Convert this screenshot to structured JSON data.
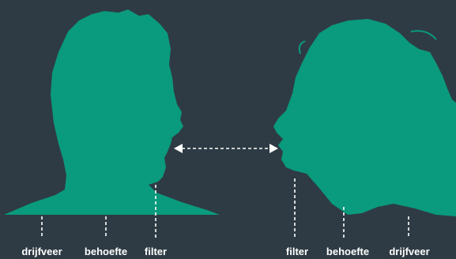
{
  "colors": {
    "background": "#2e3b44",
    "silhouette": "#0a9a7d",
    "connector": "#ffffff",
    "label_text": "#ffffff"
  },
  "left_person": {
    "labels": {
      "drive": "drijfveer",
      "need": "behoefte",
      "filter": "filter"
    }
  },
  "right_person": {
    "labels": {
      "filter": "filter",
      "need": "behoefte",
      "drive": "drijfveer"
    }
  },
  "connector": {
    "icon": "double-headed-arrow-icon"
  }
}
